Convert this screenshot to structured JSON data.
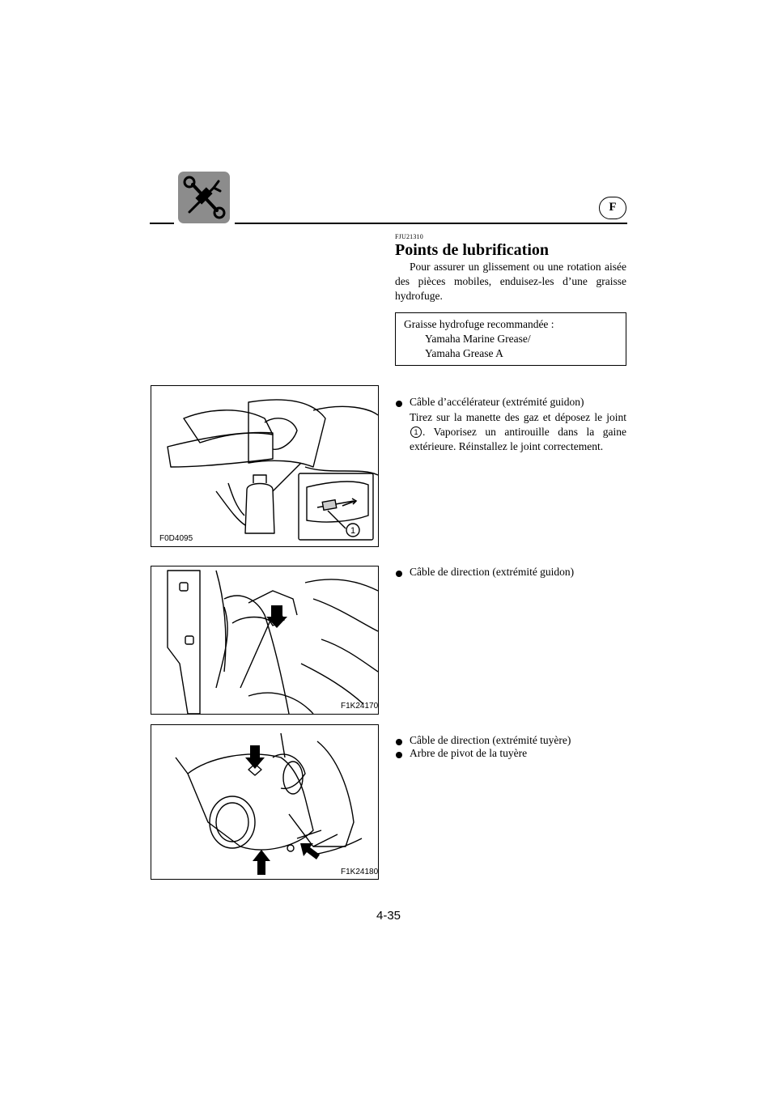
{
  "header": {
    "tool_icon": "wrench-screwdriver-icon",
    "language_badge": "F"
  },
  "section": {
    "code": "FJU21310",
    "title": "Points de lubrification",
    "intro": "Pour assurer un glissement ou une rotation aisée des pièces mobiles, enduisez-les d’une graisse hydrofuge."
  },
  "grease_box": {
    "label": "Graisse hydrofuge recommandée :",
    "line1": "Yamaha Marine Grease/",
    "line2": "Yamaha Grease A"
  },
  "items": [
    {
      "label": "Câble d’accélérateur (extrémité guidon)",
      "desc_before": "Tirez sur la manette des gaz et déposez le joint ",
      "ref": "1",
      "desc_after": ". Vaporisez un antirouille dans la gaine extérieure. Réinstallez le joint correctement."
    },
    {
      "label": "Câble de direction (extrémité guidon)"
    },
    {
      "label": "Câble de direction (extrémité tuyère)"
    },
    {
      "label": "Arbre de pivot de la tuyère"
    }
  ],
  "figures": [
    {
      "code": "F0D4095",
      "callout": "1"
    },
    {
      "code": "F1K24170"
    },
    {
      "code": "F1K24180"
    }
  ],
  "page_number": "4-35"
}
